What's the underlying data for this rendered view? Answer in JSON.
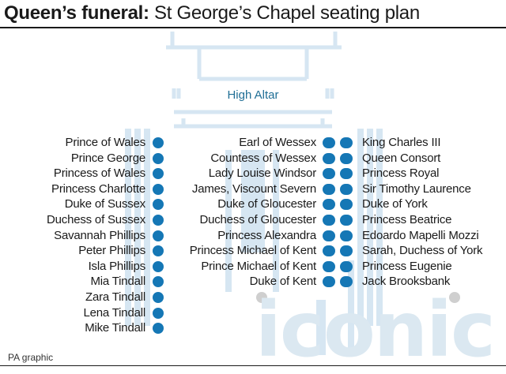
{
  "header": {
    "title_bold": "Queen’s funeral:",
    "title_rest": " St George’s Chapel seating plan"
  },
  "altar": {
    "label": "High Altar"
  },
  "left_column": [
    "Prince of Wales",
    "Prince George",
    "Princess of Wales",
    "Princess Charlotte",
    "Duke of Sussex",
    "Duchess of Sussex",
    "Savannah Phillips",
    "Peter Phillips",
    "Isla Phillips",
    "Mia Tindall",
    "Zara Tindall",
    "Lena Tindall",
    "Mike Tindall"
  ],
  "middle_column": [
    "Earl of Wessex",
    "Countess of Wessex",
    "Lady Louise Windsor",
    "James, Viscount Severn",
    "Duke of Gloucester",
    "Duchess of Gloucester",
    "Princess Alexandra",
    "Princess Michael of Kent",
    "Prince Michael of Kent",
    "Duke of Kent"
  ],
  "right_column": [
    "King Charles III",
    "Queen Consort",
    "Princess Royal",
    "Sir Timothy Laurence",
    "Duke of York",
    "Princess Beatrice",
    "Edoardo Mapelli Mozzi",
    "Sarah, Duchess of York",
    "Princess Eugenie",
    "Jack Brooksbank"
  ],
  "footer": {
    "credit": "PA graphic"
  },
  "colors": {
    "seat_dot": "#1577b5",
    "altar_text": "#1f6e95",
    "floor_plan": "#d6e6f2"
  }
}
